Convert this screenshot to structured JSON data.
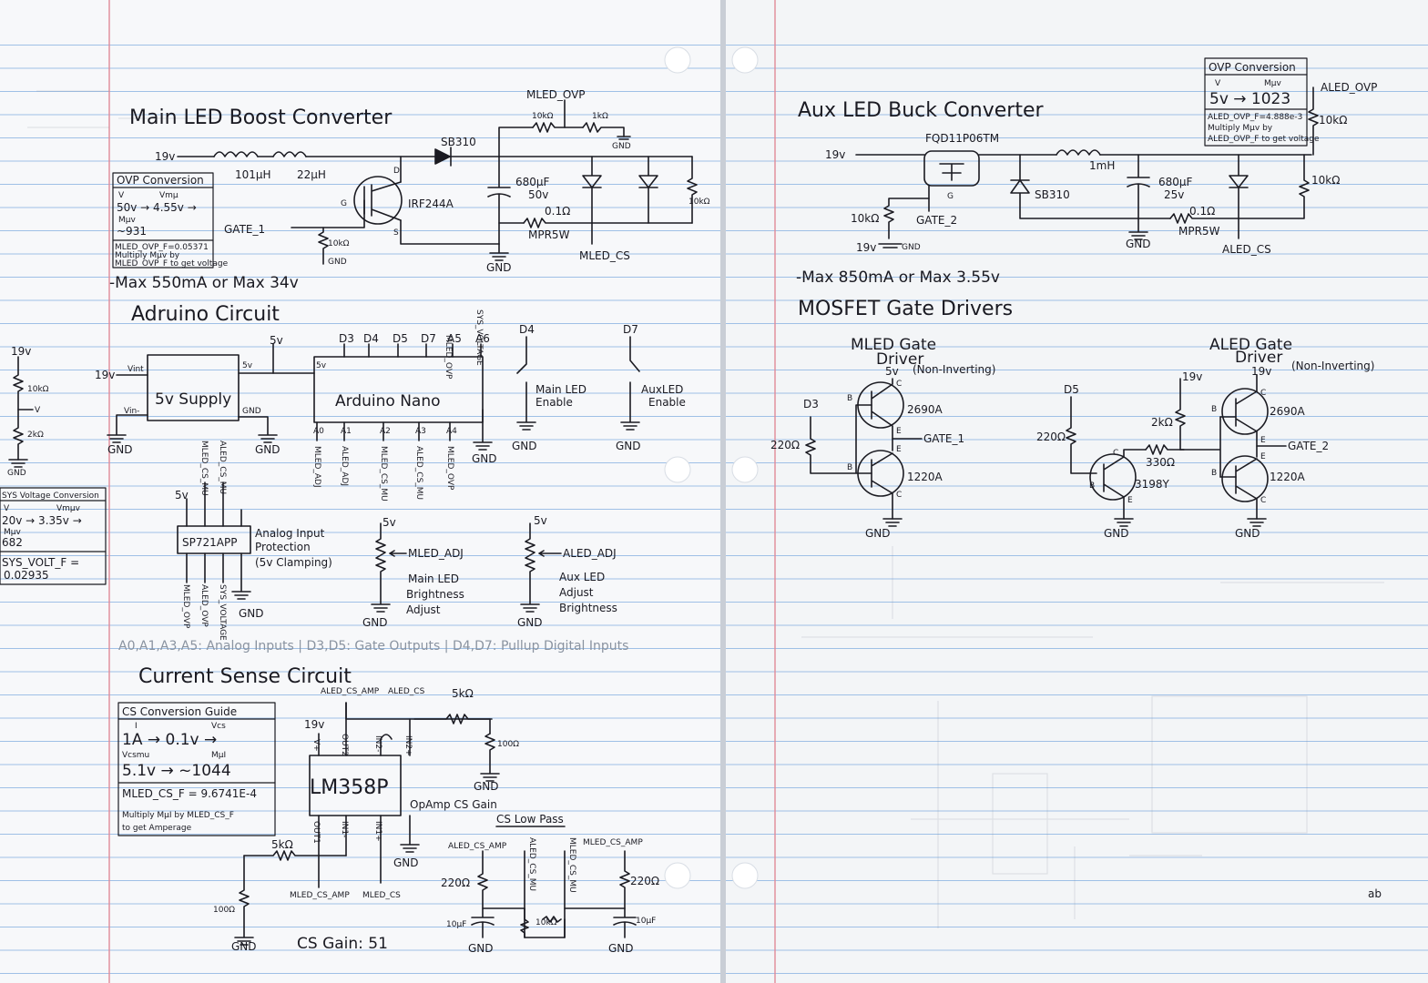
{
  "left_page": {
    "boost": {
      "title": "Main LED Boost Converter",
      "vin": "19v",
      "l1": "101µH",
      "l2": "22µH",
      "diode": "SB310",
      "mosfet": "IRF244A",
      "pin_d": "D",
      "pin_g": "G",
      "pin_s": "S",
      "gate": "GATE_1",
      "r_gate": "10kΩ",
      "gnd": "GND",
      "ovp_net": "MLED_OVP",
      "r_div1": "10kΩ",
      "r_div2": "1kΩ",
      "cap": "680µF",
      "cap_v": "50v",
      "r_sense": "0.1Ω",
      "r_sense_part": "MPR5W",
      "r_load": "10kΩ",
      "cs_net": "MLED_CS",
      "box_title": "OVP Conversion",
      "box_v": "V",
      "box_vmu": "Vmµ",
      "box_line1": "50v → 4.55v →",
      "box_mmu": "Mµv",
      "box_line2": "~931",
      "box_f": "MLED_OVP_F=0.05371",
      "box_mult": "Multiply Mµv by",
      "box_mult2": "MLED_OVP_F to get voltage",
      "max_note": "-Max 550mA or Max 34v"
    },
    "arduino": {
      "title": "Adruino Circuit",
      "v19": "19v",
      "r_top": "10kΩ",
      "sys_v": "V",
      "r_bot": "2kΩ",
      "gnd": "GND",
      "supply": "5v Supply",
      "vint": "Vint",
      "vin_minus": "Vin-",
      "v5out": "5v",
      "supply_gnd": "GND",
      "v5": "5v",
      "nano": "Arduino Nano",
      "pin_5v": "5v",
      "pins_top": [
        "D3",
        "D4",
        "D5",
        "D7",
        "A5",
        "A6"
      ],
      "top_net1": "MLED_OVP",
      "top_net2": "SYS_VOLTAGE",
      "pins_bottom": [
        "A0",
        "A1",
        "A2",
        "A3",
        "A4"
      ],
      "nets_bottom": [
        "MLED_ADJ",
        "ALED_ADJ",
        "MLED_CS_MU",
        "ALED_CS_MU",
        "MLED_OVP"
      ],
      "nano_gnd": "GND",
      "d4": "D4",
      "d7": "D7",
      "main_en": "Main LED",
      "main_en2": "Enable",
      "aux_en": "AuxLED",
      "aux_en2": "Enable",
      "sys_box_title": "SYS Voltage Conversion",
      "sys_vmu": "Vmµv",
      "sys_line1": "20v → 3.35v →",
      "sys_mmu": "Mµv",
      "sys_line2": "682",
      "sys_f": "SYS_VOLT_F =",
      "sys_f2": "0.02935",
      "prot_chip": "SP721APP",
      "prot_v5": "5v",
      "prot_note1": "Analog Input",
      "prot_note2": "Protection",
      "prot_note3": "(5v Clamping)",
      "prot_in_top": [
        "MLED_CS_MU",
        "ALED_CS_MU"
      ],
      "prot_in_bottom": [
        "MLED_OVP",
        "ALED_OVP",
        "SYS_VOLTAGE"
      ],
      "pot1_v": "5v",
      "pot1_net": "MLED_ADJ",
      "pot1_l1": "Main LED",
      "pot1_l2": "Brightness",
      "pot1_l3": "Adjust",
      "pot2_v": "5v",
      "pot2_net": "ALED_ADJ",
      "pot2_l1": "Aux LED",
      "pot2_l2": "Adjust",
      "pot2_l3": "Brightness",
      "footnote": "A0,A1,A3,A5: Analog Inputs | D3,D5: Gate Outputs | D4,D7: Pullup Digital Inputs"
    },
    "cs": {
      "title": "Current Sense Circuit",
      "box_title": "CS Conversion Guide",
      "box_i": "I",
      "box_vcs": "Vcs",
      "box_line1": "1A → 0.1v →",
      "box_vcsmu": "Vcsmu",
      "box_mmu": "MµI",
      "box_line2": "5.1v → ~1044",
      "box_f": "MLED_CS_F = 9.6741E-4",
      "box_mult": "Multiply MµI by MLED_CS_F",
      "box_mult2": "to get Amperage",
      "v19": "19v",
      "amp_top1": "ALED_CS_AMP",
      "amp_top2": "ALED_CS",
      "r_fb": "5kΩ",
      "r_gnd": "100Ω",
      "gnd": "GND",
      "chip": "LM358P",
      "chip_note": "OpAmp CS Gain",
      "pins_top": [
        "V+",
        "OUT2",
        "IN2-",
        "IN2+"
      ],
      "pins_bottom": [
        "OUT1",
        "IN1-",
        "IN1+"
      ],
      "r_fb2": "5kΩ",
      "r_gnd2": "100Ω",
      "amp_bot1": "MLED_CS_AMP",
      "amp_bot2": "MLED_CS",
      "gain": "CS Gain: 51",
      "lp_title": "CS Low Pass",
      "lp_in1": "ALED_CS_AMP",
      "lp_in2": "MLED_CS_AMP",
      "lp_r1": "220Ω",
      "lp_r2": "220Ω",
      "lp_c1": "10µF",
      "lp_c2": "10µF",
      "lp_out1": "ALED_CS_MU",
      "lp_out2": "MLED_CS_MU",
      "lp_rmid": "10kΩ"
    }
  },
  "right_page": {
    "buck": {
      "title": "Aux LED Buck Converter",
      "vin": "19v",
      "mosfet": "FQD11P06TM",
      "pin_g": "G",
      "r_gate": "10kΩ",
      "gate": "GATE_2",
      "vgate": "19v",
      "gnd_short": "GND",
      "inductor": "1mH",
      "diode": "SB310",
      "cap": "680µF",
      "cap_v": "25v",
      "r_sense": "0.1Ω",
      "r_sense_part": "MPR5W",
      "cs_net": "ALED_CS",
      "gnd": "GND",
      "ovp_net": "ALED_OVP",
      "r_div1": "10kΩ",
      "r_div2": "10kΩ",
      "box_title": "OVP Conversion",
      "box_v": "V",
      "box_mmu": "Mµv",
      "box_line1": "5v → 1023",
      "box_f": "ALED_OVP_F=4.888e-3",
      "box_mult": "Multiply Mµv by",
      "box_mult2": "ALED_OVP_F to get voltage",
      "max_note": "-Max 850mA or Max 3.55v"
    },
    "gates": {
      "title": "MOSFET Gate Drivers",
      "m_title1": "MLED Gate",
      "m_title2": "Driver",
      "m_mode": "(Non-Inverting)",
      "m_v": "5v",
      "m_in": "D3",
      "m_rb": "220Ω",
      "m_q1": "2690A",
      "m_q2": "1220A",
      "m_out": "GATE_1",
      "m_gnd": "GND",
      "a_title1": "ALED Gate",
      "a_title2": "Driver",
      "a_mode": "(Non-Inverting)",
      "a_in": "D5",
      "a_rb": "220Ω",
      "a_v1": "19v",
      "a_v2": "19v",
      "a_rpu": "2kΩ",
      "a_rs": "330Ω",
      "a_q0": "3198Y",
      "a_q1": "2690A",
      "a_q2": "1220A",
      "a_out": "GATE_2",
      "a_gnd1": "GND",
      "a_gnd2": "GND",
      "pin_b": "B",
      "pin_c": "C",
      "pin_e": "E"
    },
    "corner_mark": "ab"
  }
}
